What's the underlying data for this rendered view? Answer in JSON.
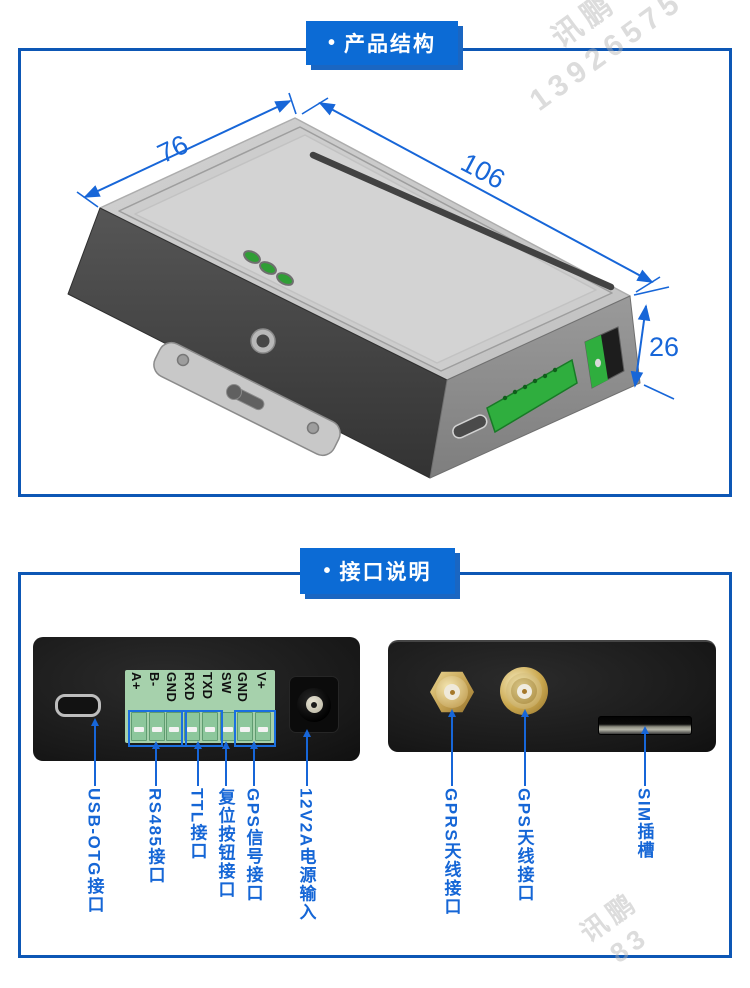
{
  "colors": {
    "accent_blue": "#1766d8",
    "frame_border_blue": "#0d57b5",
    "banner_blue": "#0c6bd5",
    "terminal_green": "#a6d1ac",
    "pcb_green": "#2fae3e"
  },
  "section_product": {
    "banner_bullet": "•",
    "banner_label": "产品结构",
    "dimensions": {
      "width": "76",
      "length": "106",
      "height": "26"
    }
  },
  "section_interface": {
    "banner_bullet": "•",
    "banner_label": "接口说明",
    "left_panel": {
      "pin_labels": [
        "A+",
        "B-",
        "GND",
        "RXD",
        "TXD",
        "SW",
        "GND",
        "V+"
      ],
      "callouts": [
        "USB-OTG接口",
        "RS485接口",
        "TTL接口",
        "复位按钮接口",
        "GPS信号接口",
        "12V2A电源输入"
      ]
    },
    "right_panel": {
      "callouts": [
        "GPRS天线接口",
        "GPS天线接口",
        "SIM插槽"
      ]
    }
  },
  "watermarks": {
    "top_brand": "讯鹏",
    "top_digits": "13926575",
    "bottom_brand": "讯鹏",
    "bottom_digits": "83"
  }
}
